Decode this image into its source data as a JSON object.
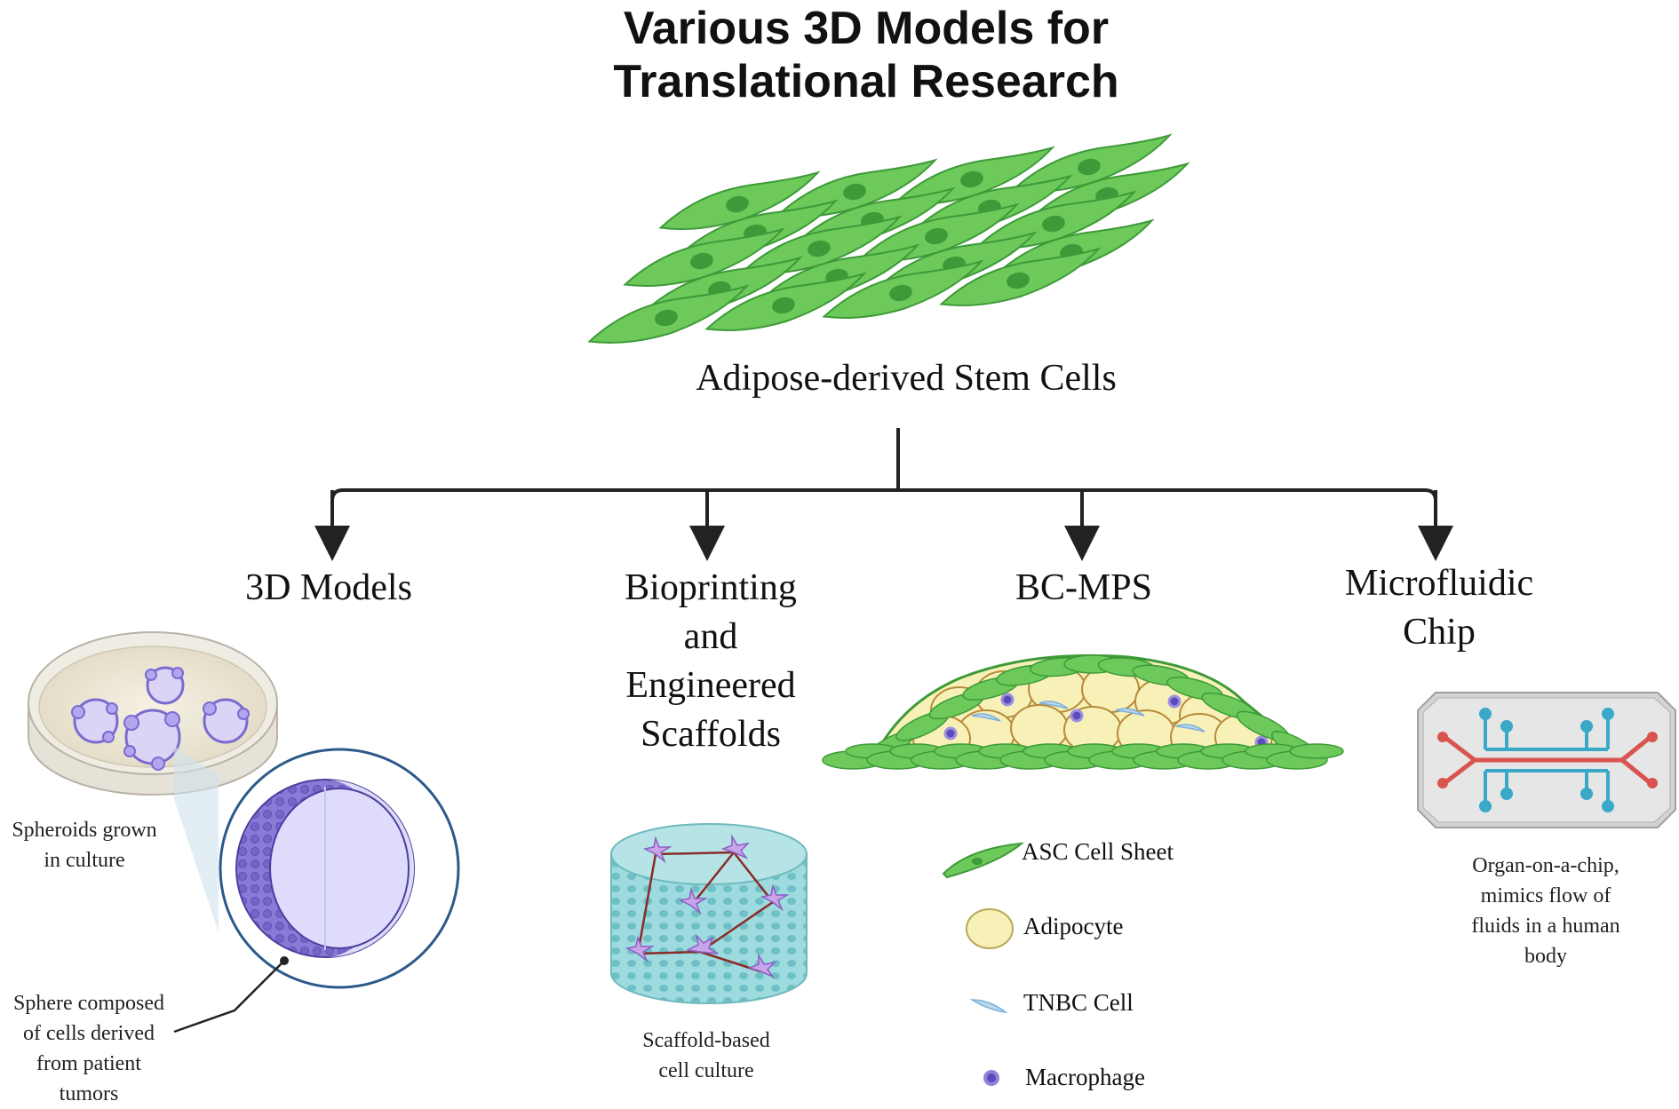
{
  "title": {
    "line1": "Various 3D Models for",
    "line2": "Translational Research"
  },
  "root": {
    "label": "Adipose-derived Stem Cells"
  },
  "branches": [
    {
      "label_lines": [
        "3D Models"
      ]
    },
    {
      "label_lines": [
        "Bioprinting",
        "and",
        "Engineered",
        "Scaffolds"
      ]
    },
    {
      "label_lines": [
        "BC-MPS"
      ]
    },
    {
      "label_lines": [
        "Microfluidic",
        "Chip"
      ]
    }
  ],
  "captions": {
    "spheroids": [
      "Spheroids grown",
      "in culture"
    ],
    "sphere": [
      "Sphere composed",
      "of cells derived",
      "from patient",
      "tumors"
    ],
    "scaffold": [
      "Scaffold-based",
      "cell culture"
    ],
    "chip": [
      "Organ-on-a-chip,",
      "mimics flow of",
      "fluids in a human",
      "body"
    ]
  },
  "legend": [
    {
      "icon": "asc-cell-sheet-icon",
      "label": "ASC Cell Sheet"
    },
    {
      "icon": "adipocyte-icon",
      "label": "Adipocyte"
    },
    {
      "icon": "tnbc-cell-icon",
      "label": "TNBC Cell"
    },
    {
      "icon": "macrophage-icon",
      "label": "Macrophage"
    }
  ],
  "colors": {
    "cell_green": "#6cc95a",
    "cell_green_dark": "#3e9a38",
    "adipocyte_yellow": "#f7f1b8",
    "macrophage_purple": "#5b4bb8",
    "tnbc_blue": "#b8d8ef",
    "spheroid_purple": "#8a7ad8",
    "scaffold_teal": "#8fd3d6",
    "chip_red": "#d9534f",
    "chip_blue": "#3aa9c9",
    "connector": "#222222"
  }
}
